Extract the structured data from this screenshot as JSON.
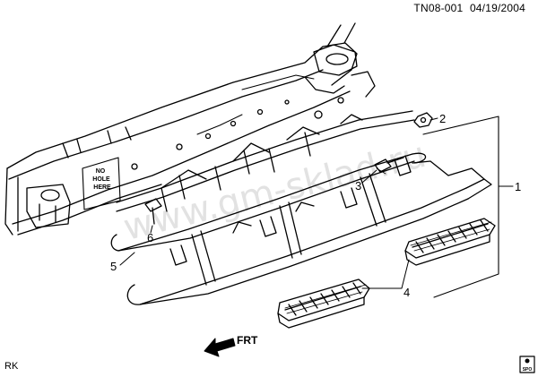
{
  "header": {
    "code": "TN08-001",
    "date": "04/19/2004"
  },
  "corner_label": "RK",
  "watermark": "www.gm-sklad.ru",
  "frame_label": {
    "line1": "NO",
    "line2": "HOLE",
    "line3": "HERE"
  },
  "direction": {
    "label": "FRT"
  },
  "callouts": [
    "1",
    "2",
    "3",
    "4",
    "5",
    "6"
  ],
  "badge": {
    "label": "SPO"
  }
}
